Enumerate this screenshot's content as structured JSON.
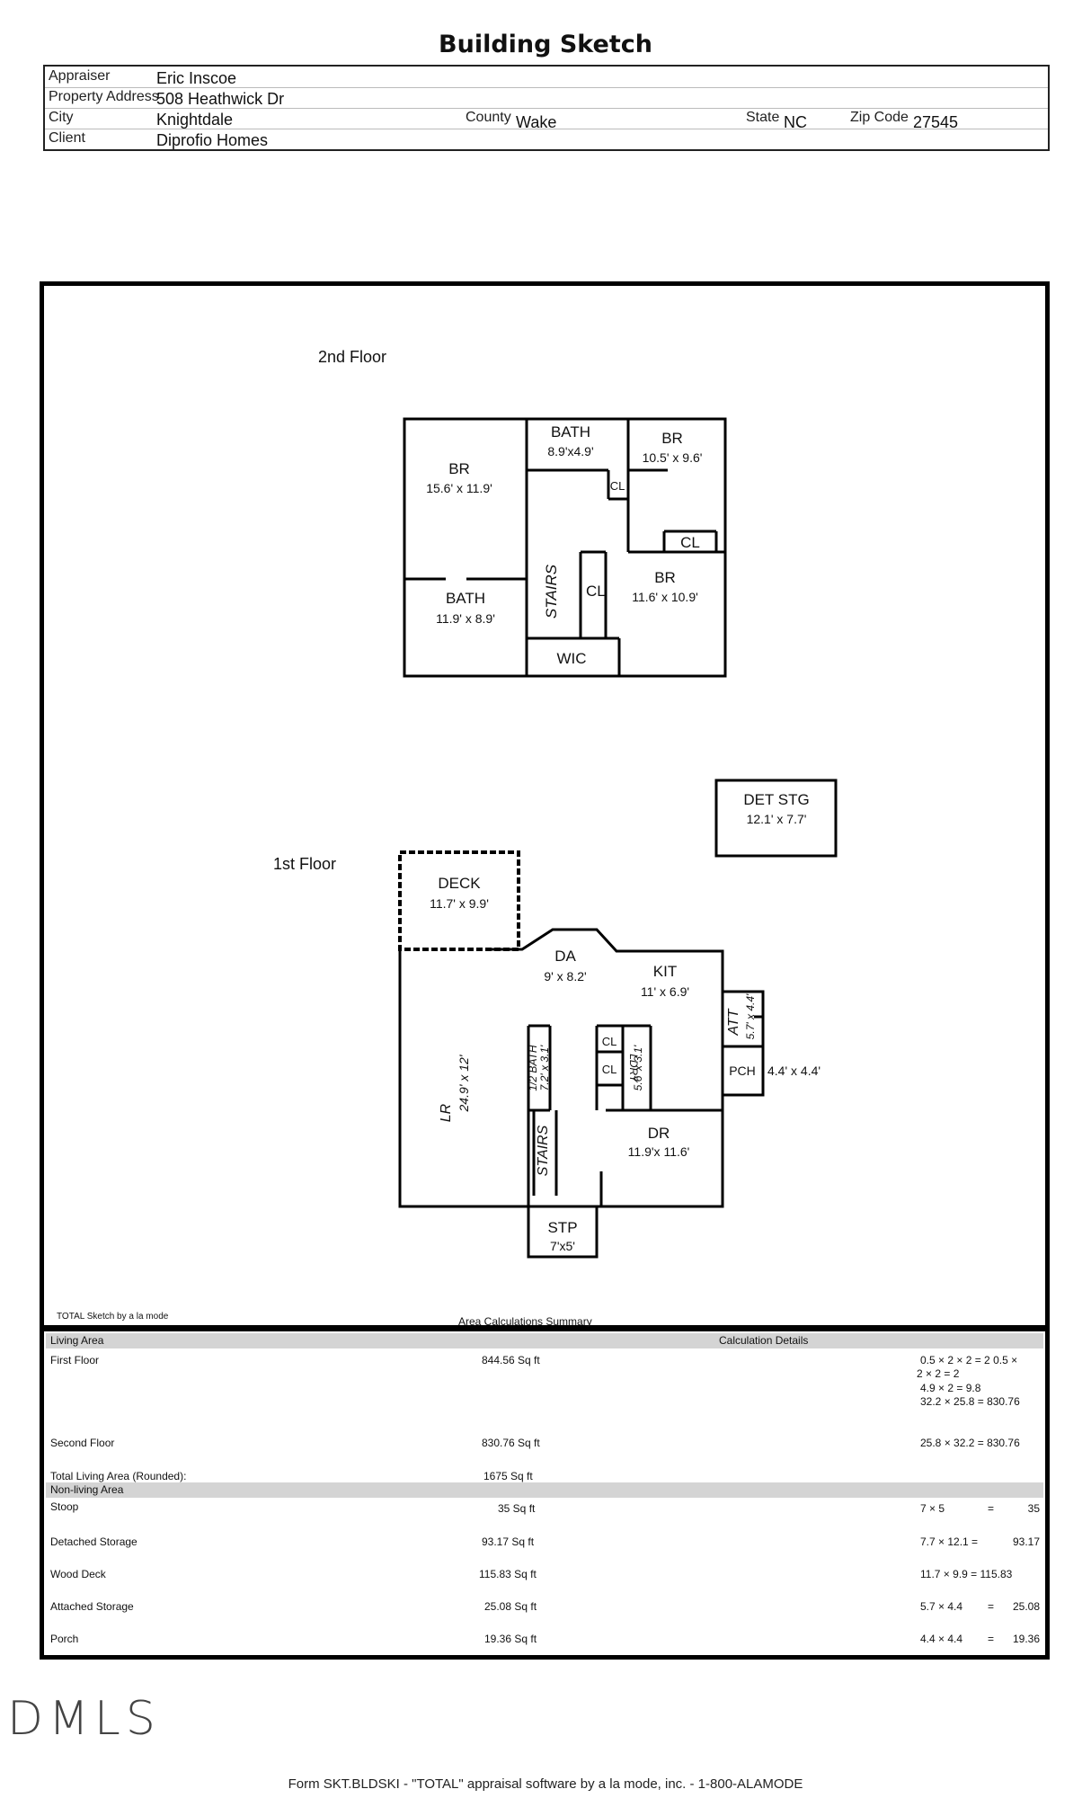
{
  "title": "Building Sketch",
  "header": {
    "appraiser_label": "Appraiser",
    "appraiser": "Eric Inscoe",
    "address_label": "Property Address",
    "address": "508 Heathwick Dr",
    "city_label": "City",
    "city": "Knightdale",
    "county_label": "County",
    "county": "Wake",
    "state_label": "State",
    "state": "NC",
    "zip_label": "Zip Code",
    "zip": "27545",
    "client_label": "Client",
    "client": "Diprofio Homes"
  },
  "sketch": {
    "second_floor_label": "2nd Floor",
    "first_floor_label": "1st Floor",
    "rooms_2nd": [
      {
        "name": "BATH",
        "dims": "8.9'x4.9'"
      },
      {
        "name": "BR",
        "dims": "10.5' x 9.6'"
      },
      {
        "name": "BR",
        "dims": "15.6' x 11.9'"
      },
      {
        "name": "CL",
        "dims": ""
      },
      {
        "name": "CL",
        "dims": ""
      },
      {
        "name": "STAIRS",
        "dims": ""
      },
      {
        "name": "CL",
        "dims": ""
      },
      {
        "name": "BR",
        "dims": "11.6' x 10.9'"
      },
      {
        "name": "BATH",
        "dims": "11.9' x 8.9'"
      },
      {
        "name": "WIC",
        "dims": ""
      }
    ],
    "rooms_1st": [
      {
        "name": "DECK",
        "dims": "11.7' x 9.9'"
      },
      {
        "name": "DET STG",
        "dims": "12.1' x 7.7'"
      },
      {
        "name": "DA",
        "dims": "9' x 8.2'"
      },
      {
        "name": "KIT",
        "dims": "11' x 6.9'"
      },
      {
        "name": "ATT",
        "dims": "5.7' x 4.4'"
      },
      {
        "name": "PCH",
        "dims": "4.4' x 4.4'"
      },
      {
        "name": "LR",
        "dims": "24.9' x 12'"
      },
      {
        "name": "1/2 BATH",
        "dims": "7.2' x 3.1'"
      },
      {
        "name": "CL",
        "dims": ""
      },
      {
        "name": "CL",
        "dims": ""
      },
      {
        "name": "LDRY",
        "dims": "5.6' x 3.1'"
      },
      {
        "name": "DR",
        "dims": "11.9'x 11.6'"
      },
      {
        "name": "STAIRS",
        "dims": ""
      },
      {
        "name": "STP",
        "dims": "7'x5'"
      }
    ],
    "software_note": "TOTAL Sketch by a la mode"
  },
  "area_summary": {
    "title": "Area Calculations Summary",
    "living_header": "Living Area",
    "details_header": "Calculation Details",
    "living_rows": [
      {
        "label": "First Floor",
        "area": "844.56 Sq ft",
        "details": [
          "0.5 × 2 × 2 = 2  0.5 ×",
          "2 × 2 = 2",
          "4.9 × 2 = 9.8",
          "32.2 × 25.8 = 830.76"
        ]
      },
      {
        "label": "Second Floor",
        "area": "830.76 Sq ft",
        "details": [
          "25.8 × 32.2 = 830.76"
        ]
      }
    ],
    "total_label": "Total Living Area (Rounded):",
    "total_value": "1675 Sq ft",
    "nonliving_header": "Non-living Area",
    "nonliving_rows": [
      {
        "label": "Stoop",
        "area": "35 Sq ft",
        "calc": "7 × 5",
        "eq": "=",
        "result": "35"
      },
      {
        "label": "Detached Storage",
        "area": "93.17 Sq ft",
        "calc": "7.7 × 12.1 =",
        "eq": "",
        "result": "93.17"
      },
      {
        "label": "Wood Deck",
        "area": "115.83 Sq ft",
        "calc": "11.7 × 9.9 = 115.83",
        "eq": "",
        "result": ""
      },
      {
        "label": "Attached Storage",
        "area": "25.08 Sq ft",
        "calc": "5.7 × 4.4",
        "eq": "=",
        "result": "25.08"
      },
      {
        "label": "Porch",
        "area": "19.36 Sq ft",
        "calc": "4.4 × 4.4",
        "eq": "=",
        "result": "19.36"
      }
    ]
  },
  "watermark": "DMLS",
  "footer": "Form SKT.BLDSKI - \"TOTAL\" appraisal software by a la mode, inc. - 1-800-ALAMODE"
}
